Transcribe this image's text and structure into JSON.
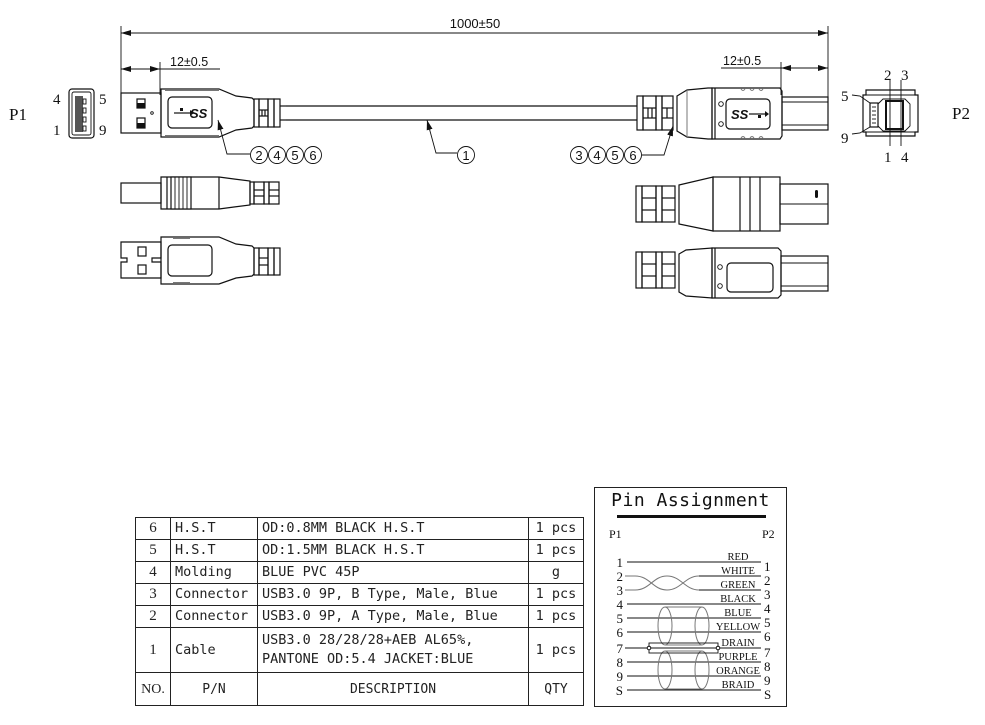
{
  "drawing": {
    "overall_length": "1000±50",
    "left_connector_length": "12±0.5",
    "right_connector_length": "12±0.5",
    "p1": {
      "label": "P1",
      "pins_top_left": "4",
      "pins_top_right": "5",
      "pins_bottom_left": "1",
      "pins_bottom_right": "9"
    },
    "p2": {
      "label": "P2",
      "pin_labels": {
        "p5": "5",
        "p9": "9",
        "p2": "2",
        "p3": "3",
        "p1": "1",
        "p4": "4"
      }
    },
    "logo_text_left": "SS",
    "logo_text_right": "SS",
    "callouts": {
      "left": [
        "2",
        "4",
        "5",
        "6"
      ],
      "cable": [
        "1"
      ],
      "right": [
        "6",
        "5",
        "4",
        "3"
      ]
    }
  },
  "bom": {
    "rows": [
      {
        "no": "6",
        "pn": "H.S.T",
        "desc": "OD:0.8MM BLACK H.S.T",
        "qty": "1 pcs"
      },
      {
        "no": "5",
        "pn": "H.S.T",
        "desc": "OD:1.5MM BLACK H.S.T",
        "qty": "1 pcs"
      },
      {
        "no": "4",
        "pn": "Molding",
        "desc": "BLUE PVC 45P",
        "qty": "g"
      },
      {
        "no": "3",
        "pn": "Connector",
        "desc": "USB3.0 9P, B Type, Male, Blue",
        "qty": "1 pcs"
      },
      {
        "no": "2",
        "pn": "Connector",
        "desc": "USB3.0 9P, A Type, Male, Blue",
        "qty": "1 pcs"
      },
      {
        "no": "1",
        "pn": "Cable",
        "desc_line1": "USB3.0 28/28/28+AEB AL65%,",
        "desc_line2": "PANTONE OD:5.4 JACKET:BLUE",
        "qty": "1 pcs"
      }
    ],
    "header": {
      "no": "NO.",
      "pn": "P/N",
      "desc": "DESCRIPTION",
      "qty": "QTY"
    }
  },
  "pin_assignment": {
    "title": "Pin Assignment",
    "left_label": "P1",
    "right_label": "P2",
    "pins": [
      {
        "p1": "1",
        "p2": "1",
        "color": "RED"
      },
      {
        "p1": "2",
        "p2": "2",
        "color": "WHITE"
      },
      {
        "p1": "3",
        "p2": "3",
        "color": "GREEN"
      },
      {
        "p1": "4",
        "p2": "4",
        "color": "BLACK"
      },
      {
        "p1": "5",
        "p2": "5",
        "color": "BLUE"
      },
      {
        "p1": "6",
        "p2": "6",
        "color": "YELLOW"
      },
      {
        "p1": "7",
        "p2": "7",
        "color": "DRAIN"
      },
      {
        "p1": "8",
        "p2": "8",
        "color": "PURPLE"
      },
      {
        "p1": "9",
        "p2": "9",
        "color": "ORANGE"
      },
      {
        "p1": "S",
        "p2": "S",
        "color": "BRAID"
      }
    ]
  }
}
